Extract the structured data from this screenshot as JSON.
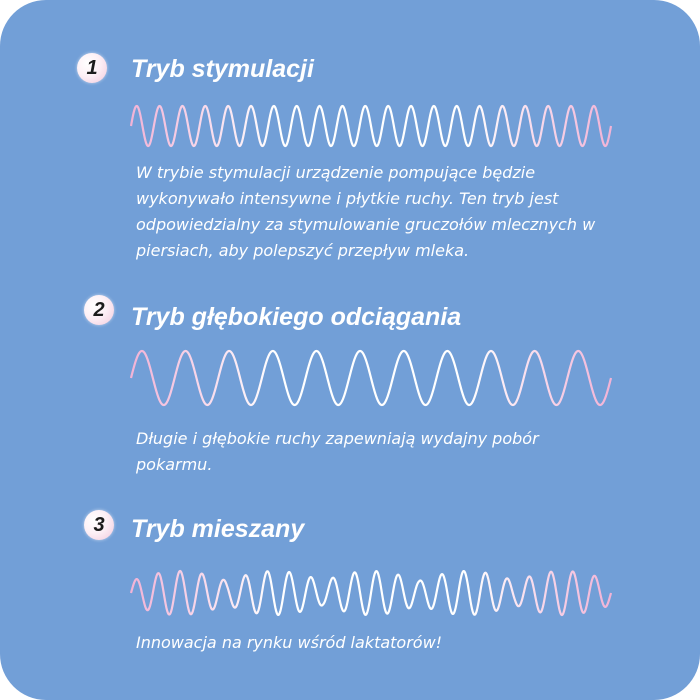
{
  "colors": {
    "background": "#729fd7",
    "wave_white": "#ffffff",
    "wave_pink": "#f2b3d6",
    "badge_pink": "#f2c9dc"
  },
  "modes": [
    {
      "number": "1",
      "title": "Tryb stymulacji",
      "description": "W trybie stymulacji urządzenie pompujące będzie wykonywało intensywne i płytkie ruchy. Ten tryb jest odpowiedzialny za stymulowanie gruczołów mlecznych w piersiach, aby polepszyć przepływ mleka.",
      "wave_icon": "sine-wave-icon"
    },
    {
      "number": "2",
      "title": "Tryb głębokiego odciągania",
      "description": "Długie i głębokie ruchy zapewniają wydajny pobór pokarmu.",
      "wave_icon": "sine-wave-icon"
    },
    {
      "number": "3",
      "title": "Tryb mieszany",
      "description": "Innowacja na rynku wśród laktatorów!",
      "wave_icon": "mixed-wave-icon"
    }
  ]
}
